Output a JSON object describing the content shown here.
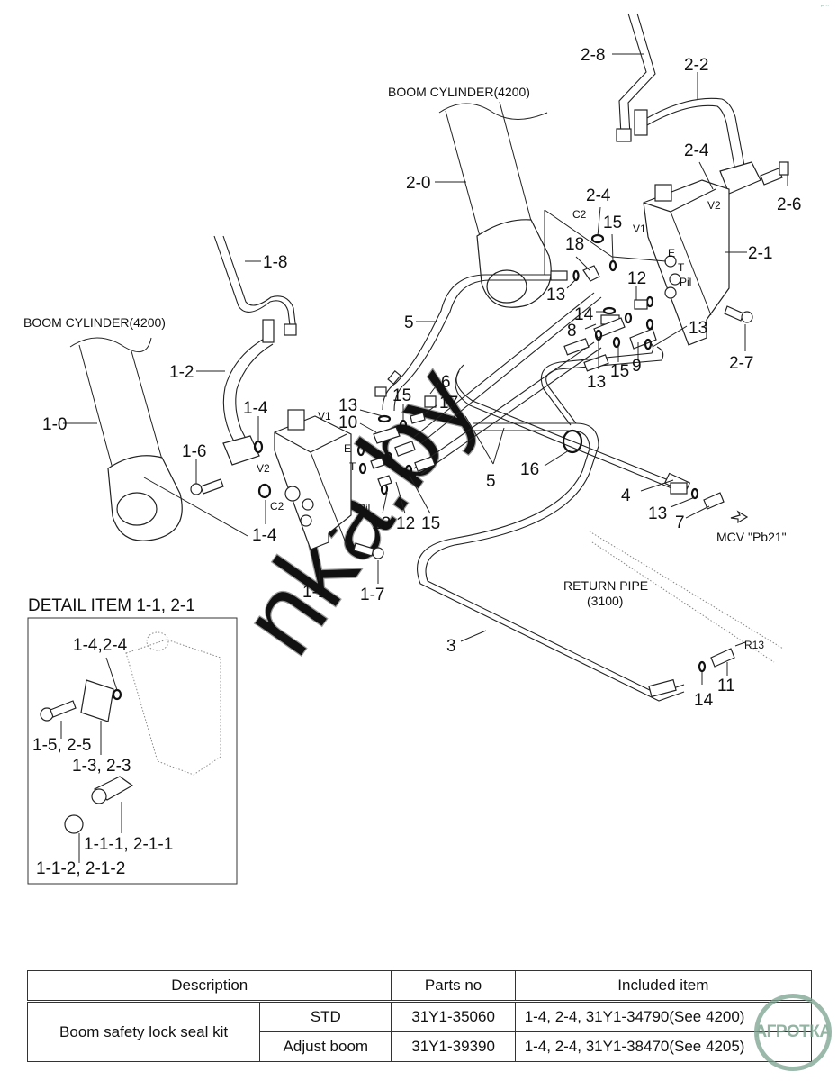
{
  "diagram": {
    "title": "Boom safety lock valve hydraulic piping",
    "labels": {
      "boom_cylinder_left": "BOOM CYLINDER(4200)",
      "boom_cylinder_right": "BOOM CYLINDER(4200)",
      "return_pipe_line1": "RETURN PIPE",
      "return_pipe_line2": "(3100)",
      "mcv": "MCV \"Pb21\"",
      "r13": "R13"
    },
    "callouts": {
      "c2_8": "2-8",
      "c2_2": "2-2",
      "c2_0": "2-0",
      "c2_4a": "2-4",
      "c2_4b": "2-4",
      "c2_6": "2-6",
      "c2_1": "2-1",
      "c2_7": "2-7",
      "c15a": "15",
      "c18": "18",
      "c13a": "13",
      "c12a": "12",
      "c14a": "14",
      "c8": "8",
      "c13b": "13",
      "c15b": "15",
      "c9": "9",
      "c13c": "13",
      "c5a": "5",
      "c1_8": "1-8",
      "c1_2": "1-2",
      "c1_0": "1-0",
      "c1_4a": "1-4",
      "c1_6": "1-6",
      "c1_4b": "1-4",
      "c1_1": "1-1",
      "c1_7": "1-7",
      "c13d": "13",
      "c10": "10",
      "c15c": "15",
      "c6": "6",
      "c17": "17",
      "c13e": "13",
      "c12b": "12",
      "c15d": "15",
      "c5b": "5",
      "c16": "16",
      "c4": "4",
      "c13f": "13",
      "c7": "7",
      "c3": "3",
      "c14b": "14",
      "c11": "11"
    },
    "ports": {
      "left_v1": "V1",
      "left_v2": "V2",
      "left_e": "E",
      "left_t": "T",
      "left_pil": "Pil",
      "left_c2": "C2",
      "right_v1": "V1",
      "right_v2": "V2",
      "right_e": "E",
      "right_t": "T",
      "right_pil": "Pil",
      "right_c2": "C2"
    },
    "detail": {
      "title": "DETAIL ITEM 1-1, 2-1",
      "labels": {
        "oring": "1-4,2-4",
        "bolt": "1-5, 2-5",
        "plate": "1-3, 2-3",
        "plug_body": "1-1-1, 2-1-1",
        "cap": "1-1-2, 2-1-2"
      }
    },
    "watermark": "nka.by"
  },
  "table": {
    "headers": {
      "description": "Description",
      "parts_no": "Parts no",
      "included_item": "Included item"
    },
    "kit_name": "Boom safety lock seal kit",
    "rows": [
      {
        "variant": "STD",
        "parts_no": "31Y1-35060",
        "included_item": "1-4, 2-4, 31Y1-34790(See 4200)"
      },
      {
        "variant": "Adjust boom",
        "parts_no": "31Y1-39390",
        "included_item": "1-4, 2-4, 31Y1-38470(See 4205)"
      }
    ]
  },
  "logo": {
    "text": "АГРОТКА",
    "color": "#7aa28f"
  },
  "corner_mark": "⌐ ··"
}
